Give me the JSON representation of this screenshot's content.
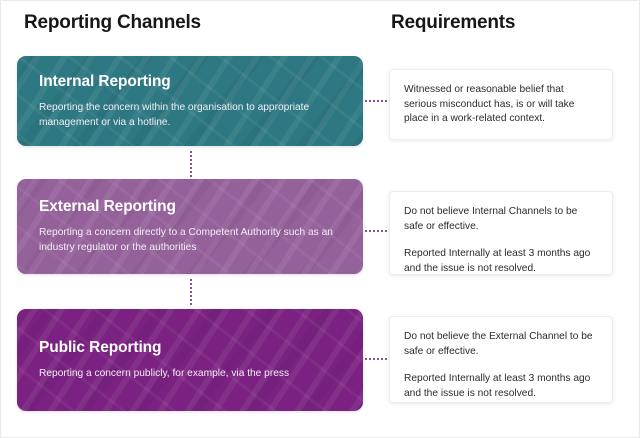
{
  "headings": {
    "left": "Reporting Channels",
    "right": "Requirements"
  },
  "colors": {
    "internal": "#2d7882",
    "external": "#95619b",
    "public": "#7a2181",
    "connector": "#8e4b93",
    "page_background": "#ffffff",
    "heading_text": "#17171a",
    "body_text": "#2b2b30"
  },
  "channels": [
    {
      "id": "internal",
      "title": "Internal Reporting",
      "description": "Reporting the concern within the organisation to appropriate management or via a hotline.",
      "requirements": [
        "Witnessed or reasonable belief that serious misconduct has, is or will take place in a work-related context."
      ]
    },
    {
      "id": "external",
      "title": "External Reporting",
      "description": "Reporting a concern directly to a Competent Authority such as an industry regulator or the authorities",
      "requirements": [
        "Do not believe Internal Channels to be safe or effective.",
        "Reported Internally at least 3 months ago and the issue is not resolved."
      ]
    },
    {
      "id": "public",
      "title": "Public Reporting",
      "description": "Reporting a concern publicly, for example, via the press",
      "requirements": [
        "Do not believe the External Channel to be safe or effective.",
        "Reported Internally at least 3 months ago and the issue is not resolved."
      ]
    }
  ]
}
